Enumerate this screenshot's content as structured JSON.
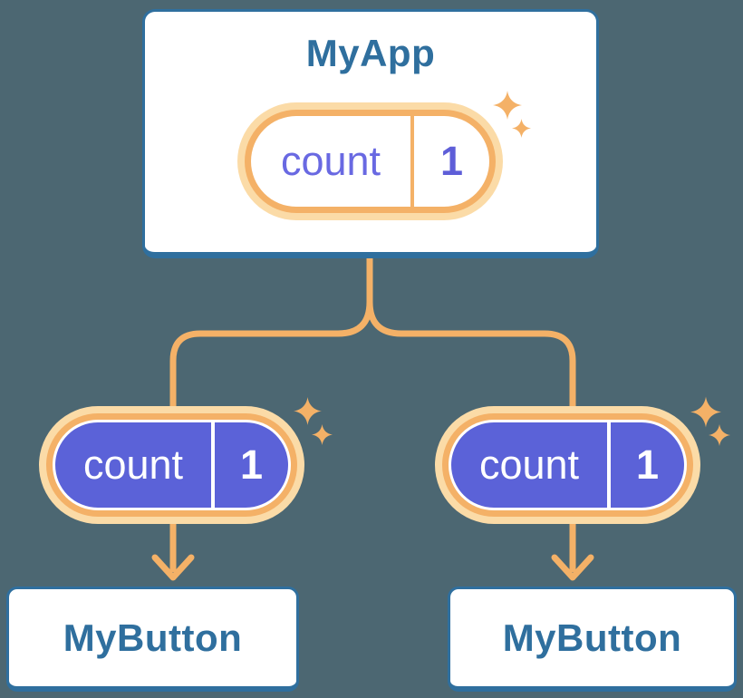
{
  "diagram": {
    "background_color": "#4C6772",
    "colors": {
      "card_fill": "#FFFFFF",
      "card_border_blue": "#2F6F9E",
      "heading_blue": "#2F6F9E",
      "connector_orange": "#F4B167",
      "halo_light_orange": "#FBDBA7",
      "state_pill_purple": "#5B62D8",
      "state_key_text_purple": "#6969E2",
      "state_value_text_purple": "#5E5ED8",
      "pill_text_white": "#FFFFFF"
    },
    "root": {
      "label": "MyApp",
      "state": {
        "key": "count",
        "value": "1"
      }
    },
    "children": [
      {
        "label": "MyButton",
        "state": {
          "key": "count",
          "value": "1"
        }
      },
      {
        "label": "MyButton",
        "state": {
          "key": "count",
          "value": "1"
        }
      }
    ]
  }
}
